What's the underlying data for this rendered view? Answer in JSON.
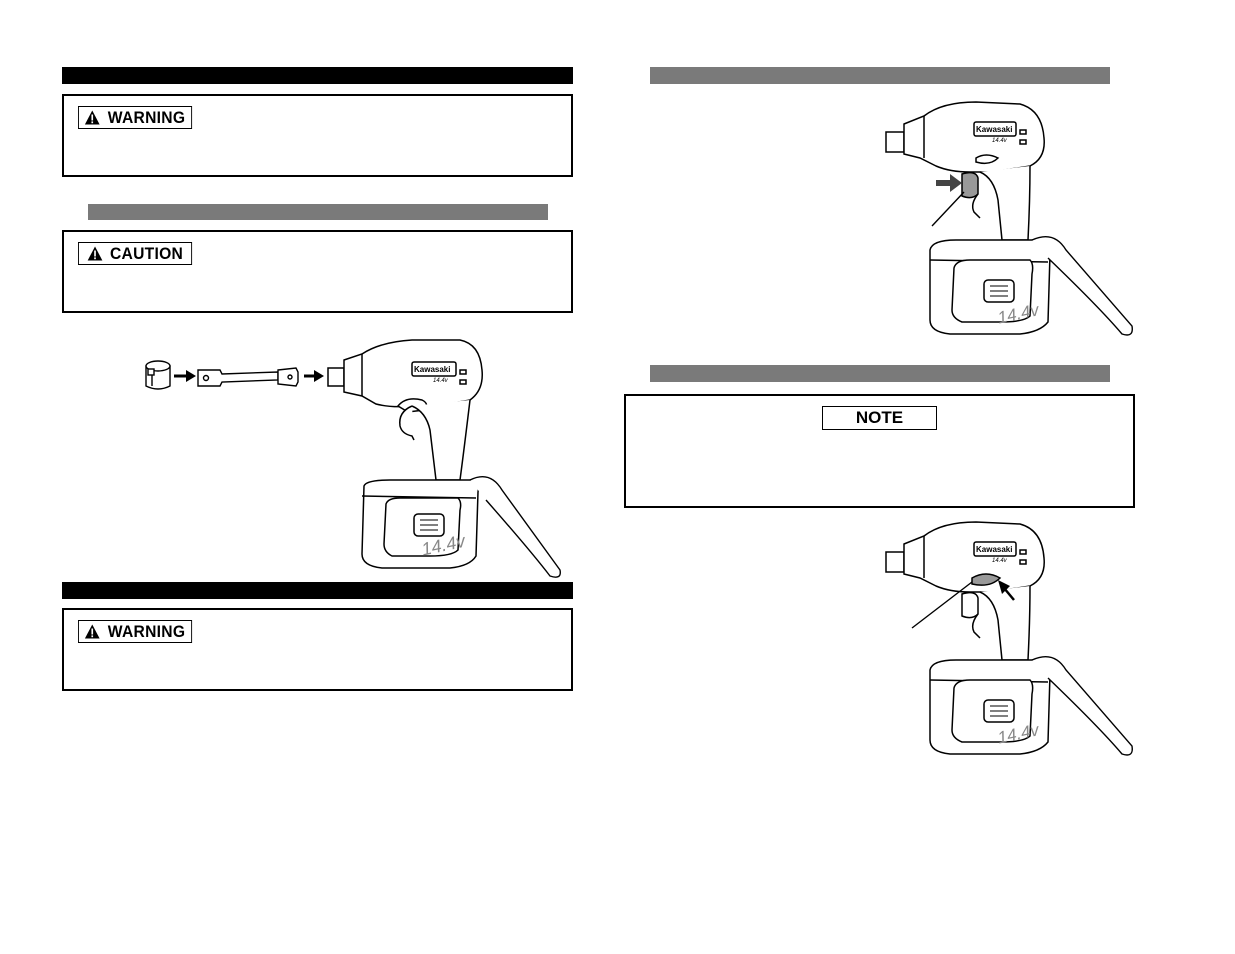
{
  "left_column": {
    "warning_1": {
      "label": "WARNING"
    },
    "caution": {
      "label": "CAUTION"
    },
    "warning_2": {
      "label": "WARNING"
    }
  },
  "right_column": {
    "note": {
      "label": "NOTE"
    }
  },
  "tool": {
    "brand": "Kawasaki",
    "voltage_small": "14.4v",
    "voltage_large": "14.4v"
  },
  "colors": {
    "header_black": "#000000",
    "header_gray": "#7a7a7a"
  }
}
